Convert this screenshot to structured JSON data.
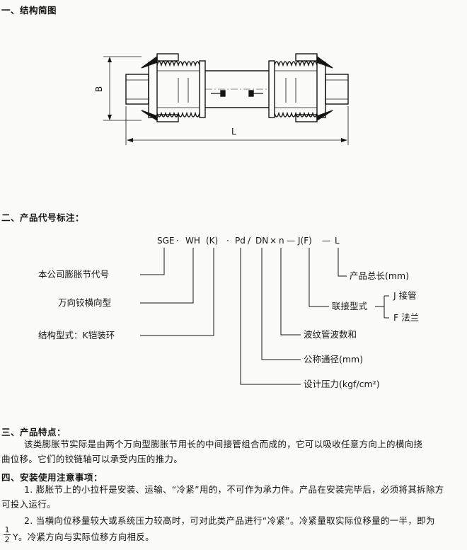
{
  "sections": {
    "s1_title": "一、结构简图",
    "s2_title": "二、产品代号标注：",
    "s3_title": "三、产品特点：",
    "s4_title": "四、安装使用注意事项："
  },
  "diagram1": {
    "label_B": "B",
    "label_L": "L"
  },
  "diagram2": {
    "code_parts": [
      "SGE",
      "·",
      "WH",
      "(K)",
      "·",
      "Pd",
      "/",
      "DN",
      "×",
      "n",
      "—",
      "J(F)",
      "—",
      "L"
    ],
    "labels": {
      "company_code": "本公司膨胀节代号",
      "universal_type": "万向铰横向型",
      "structure_type": "结构型式：K铠装环",
      "total_length": "产品总长(mm)",
      "connection_type": "联接型式",
      "j_pipe": "J 接管",
      "f_flange": "F 法兰",
      "wave_count": "波纹管波数和",
      "nominal_diameter": "公称通径(mm)",
      "design_pressure": "设计压力(kgf/cm²)"
    }
  },
  "features": {
    "p1_line1": "该类膨胀节实际是由两个万向型膨胀节用长的中间接管组合而成的，它可以吸收任意方向上的横向挠",
    "p1_line2": "曲位移。它们的铰链轴可以承受内压的推力。"
  },
  "notes": {
    "n1_line1": "1. 膨胀节上的小拉杆是安装、运输、“冷紧”用的，不可作为承力件。产品在安装完毕后，必须将其拆除方",
    "n1_line2": "可投入运行。",
    "n2_line1": "2. 当横向位移量较大或系统压力较高时，可对此类产品进行“冷紧”。冷紧量取实际位移量的一半，即为",
    "n2_frac_num": "1",
    "n2_frac_den": "2",
    "n2_line2": "Y。冷紧方向与实际位移方向相反。"
  }
}
